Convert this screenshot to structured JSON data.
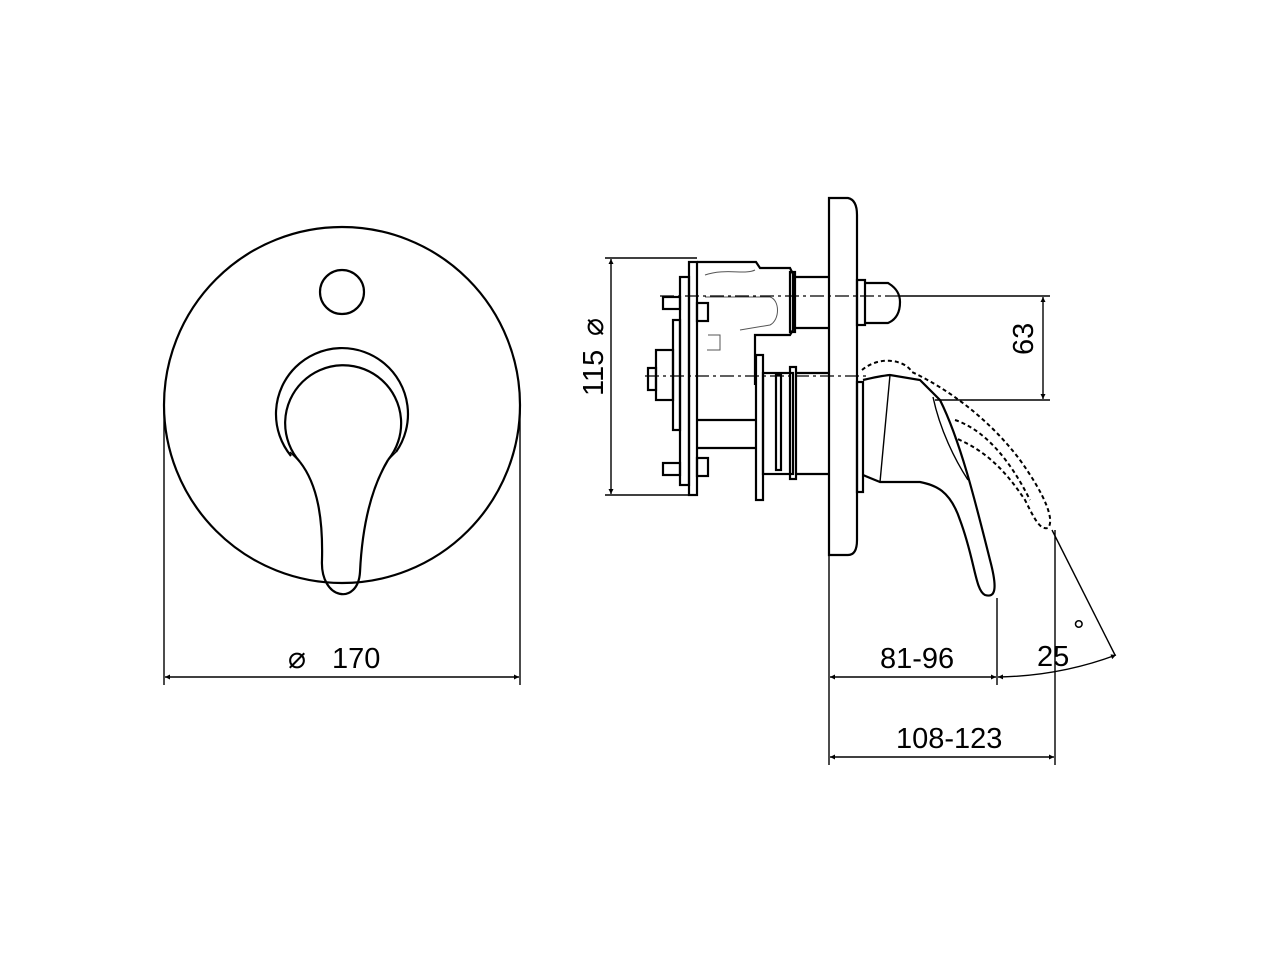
{
  "drawing": {
    "front_view": {
      "diameter_symbol": "⌀",
      "diameter_value": "170"
    },
    "side_view": {
      "body_diameter_symbol": "⌀",
      "body_diameter_value": "115",
      "axis_distance": "63",
      "projection_short": "81-96",
      "projection_long": "108-123",
      "lever_angle": "25",
      "degree_symbol": "°"
    }
  }
}
